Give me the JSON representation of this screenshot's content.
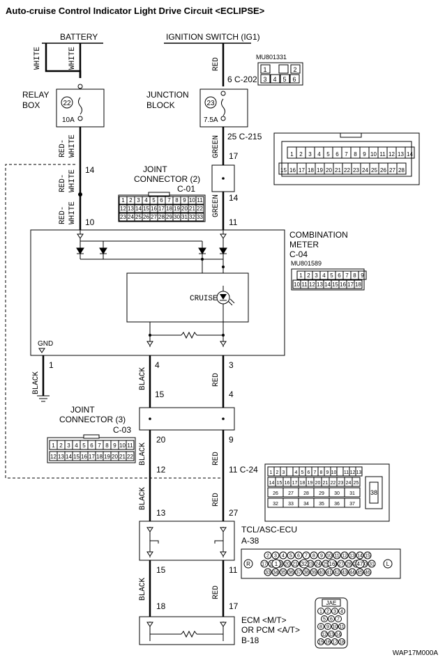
{
  "title": "Auto-cruise Control Indicator Light Drive Circuit <ECLIPSE>",
  "figure_code": "WAP17M000A",
  "sources": {
    "battery": "BATTERY",
    "ignition": "IGNITION SWITCH (IG1)"
  },
  "relay_box": {
    "label_line1": "RELAY",
    "label_line2": "BOX",
    "fuse_no": "22",
    "rating": "10A"
  },
  "junction_block": {
    "label_line1": "JUNCTION",
    "label_line2": "BLOCK",
    "fuse_no": "23",
    "rating": "7.5A"
  },
  "part_numbers": {
    "top": "MU801331",
    "meter": "MU801589",
    "ecm": "JAE"
  },
  "connectors": {
    "c202": "6  C-202",
    "c215": "25  C-215",
    "c01": "C-01",
    "c04": "C-04",
    "c03": "C-03",
    "c24": "11  C-24",
    "a38": "A-38",
    "b18": "B-18"
  },
  "components": {
    "joint2_line1": "JOINT",
    "joint2_line2": "CONNECTOR (2)",
    "meter_line1": "COMBINATION",
    "meter_line2": "METER",
    "cruise": "CRUISE",
    "gnd": "GND",
    "joint3_line1": "JOINT",
    "joint3_line2": "CONNECTOR (3)",
    "tcl_ecu": "TCL/ASC-ECU",
    "ecm_line1": "ECM <M/T>",
    "ecm_line2": "OR PCM <A/T>"
  },
  "wire_colors": {
    "white": "WHITE",
    "red": "RED",
    "green": "GREEN",
    "red_white_1": "RED-",
    "red_white_2": "WHITE",
    "black": "BLACK"
  },
  "pins": {
    "p17": "17",
    "p14_green": "14",
    "p14_rw": "14",
    "p10": "10",
    "p11_green": "11",
    "p1": "1",
    "p4a": "4",
    "p3": "3",
    "p15a": "15",
    "p4b": "4",
    "p20": "20",
    "p9": "9",
    "p12": "12",
    "p13": "13",
    "p27": "27",
    "p15b": "15",
    "p11b": "11",
    "p18": "18",
    "p17b": "17"
  },
  "connector_faces": {
    "mu801331_top": [
      "1",
      "",
      "2"
    ],
    "mu801331_bottom": [
      "3",
      "4",
      "5",
      "6"
    ],
    "c215_top": [
      "1",
      "2",
      "3",
      "4",
      "5",
      "6",
      "7",
      "8",
      "9",
      "10",
      "11",
      "12",
      "13",
      "14"
    ],
    "c215_bottom": [
      "15",
      "16",
      "17",
      "18",
      "19",
      "20",
      "21",
      "22",
      "23",
      "24",
      "25",
      "26",
      "27",
      "28"
    ],
    "c01_row1": [
      "1",
      "2",
      "3",
      "4",
      "5",
      "6",
      "7",
      "8",
      "9",
      "10",
      "11"
    ],
    "c01_row2": [
      "12",
      "13",
      "14",
      "15",
      "16",
      "17",
      "18",
      "19",
      "20",
      "21",
      "22"
    ],
    "c01_row3": [
      "23",
      "24",
      "25",
      "26",
      "27",
      "28",
      "29",
      "30",
      "31",
      "32",
      "33"
    ],
    "c04_row1": [
      "1",
      "2",
      "3",
      "4",
      "5",
      "6",
      "7",
      "8",
      "9"
    ],
    "c04_row2": [
      "10",
      "11",
      "12",
      "13",
      "14",
      "15",
      "16",
      "17",
      "18"
    ],
    "c03_row1": [
      "1",
      "2",
      "3",
      "4",
      "5",
      "6",
      "7",
      "8",
      "9",
      "10",
      "11"
    ],
    "c03_row2": [
      "12",
      "13",
      "14",
      "15",
      "16",
      "17",
      "18",
      "19",
      "20",
      "21",
      "22"
    ],
    "c24_row1": [
      "1",
      "2",
      "3",
      "",
      "4",
      "5",
      "6",
      "7",
      "8",
      "9",
      "10",
      "",
      "11",
      "12",
      "13"
    ],
    "c24_row2": [
      "14",
      "15",
      "16",
      "17",
      "18",
      "19",
      "20",
      "21",
      "22",
      "23",
      "24",
      "25"
    ],
    "c24_row3": [
      "26",
      "27",
      "28",
      "29",
      "30",
      "31"
    ],
    "c24_row4": [
      "32",
      "33",
      "34",
      "35",
      "36",
      "37"
    ],
    "c24_big": "38",
    "a38_row1": [
      "2",
      "3",
      "4",
      "5",
      "6",
      "7",
      "8",
      "9",
      "10",
      "11",
      "12",
      "13",
      "14",
      "15"
    ],
    "a38_row2": [
      "17",
      "18",
      "19",
      "20",
      "21",
      "22",
      "23",
      "24",
      "25",
      "26",
      "27",
      "28",
      "29",
      "30",
      "31"
    ],
    "a38_row3": [
      "33",
      "34",
      "35",
      "36",
      "37",
      "38",
      "39",
      "40",
      "41",
      "42",
      "43",
      "44",
      "45",
      "46"
    ],
    "a38_side": [
      "R",
      "1",
      "32",
      "16",
      "47",
      "L"
    ],
    "b18_rows": [
      [
        "1",
        "2",
        "3",
        "4"
      ],
      [
        "5",
        "6",
        "7"
      ],
      [
        "8",
        "9",
        "10",
        "11"
      ],
      [
        "12",
        "13",
        "14"
      ],
      [
        "15",
        "16",
        "17",
        "18"
      ]
    ]
  }
}
